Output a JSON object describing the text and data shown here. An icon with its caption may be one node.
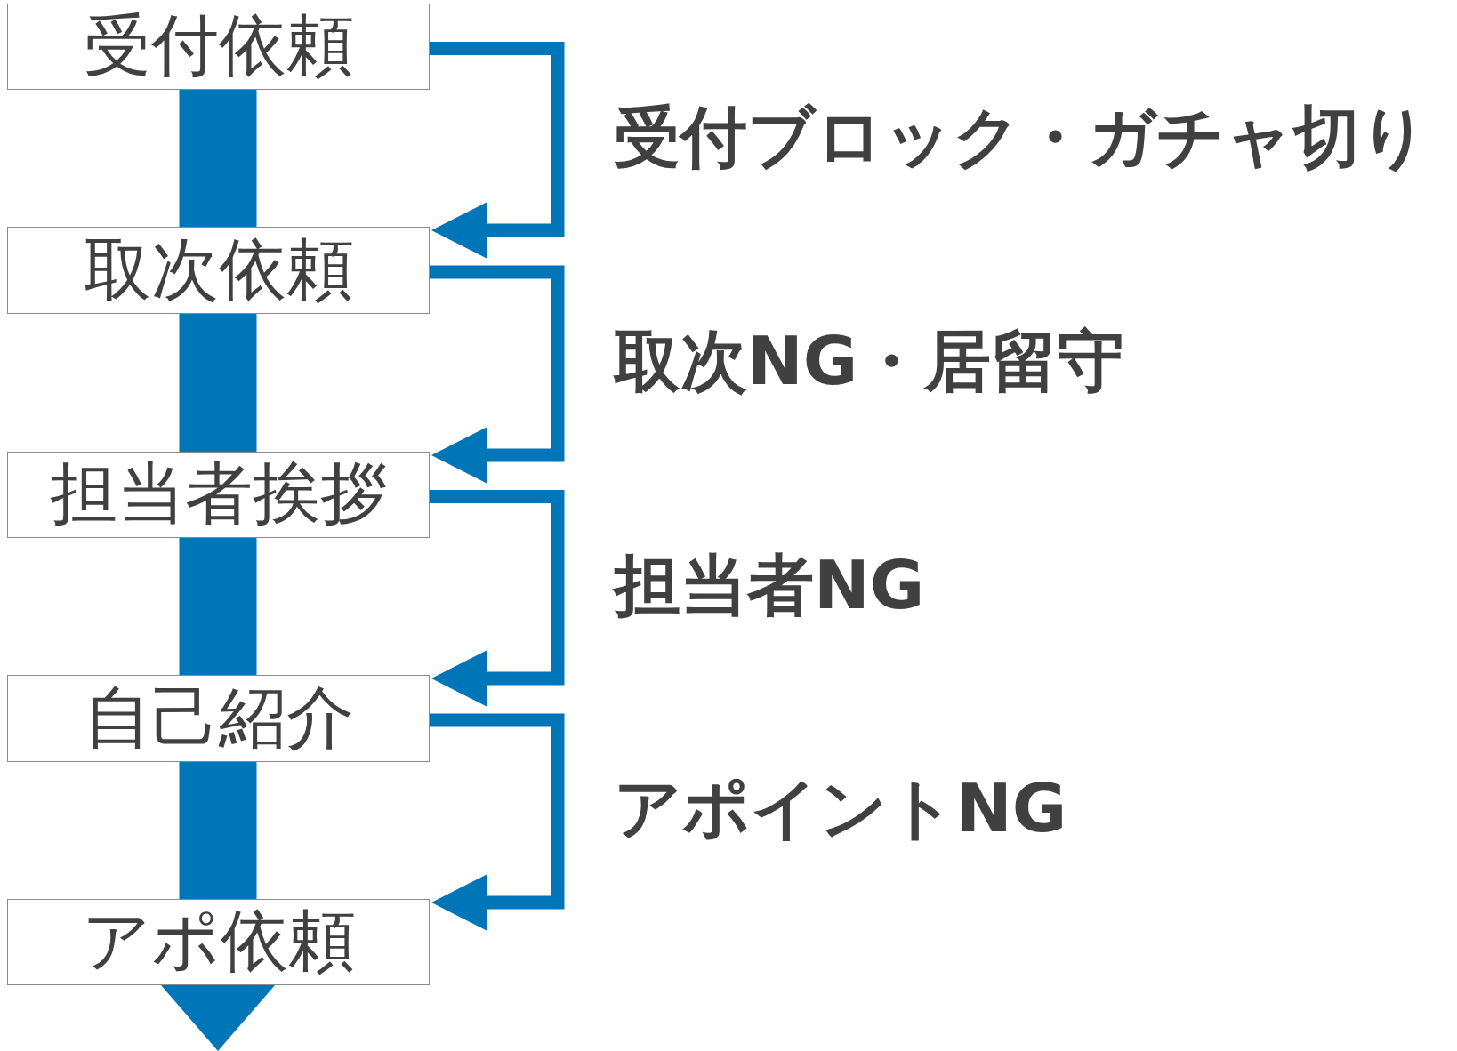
{
  "diagram": {
    "nodes": [
      {
        "text": [
          "受付依頼"
        ]
      },
      {
        "text": [
          "取次依頼"
        ]
      },
      {
        "text": [
          "担当者挨拶"
        ]
      },
      {
        "text": [
          "自己紹介"
        ]
      },
      {
        "text": [
          "アポ依頼"
        ]
      }
    ],
    "edges": [
      {
        "from": 0,
        "to": 1,
        "arrow": "none",
        "style": "thick"
      },
      {
        "from": 1,
        "to": 2,
        "arrow": "none",
        "style": "thick"
      },
      {
        "from": 2,
        "to": 3,
        "arrow": "none",
        "style": "thick"
      },
      {
        "from": 3,
        "to": 4,
        "arrow": "none",
        "style": "thick"
      },
      {
        "from": 4,
        "to": null,
        "arrow": "to",
        "style": "thick"
      },
      {
        "from": 0,
        "to": 1,
        "arrow": "to",
        "label": "受付ブロック・ガチャ切り"
      },
      {
        "from": 1,
        "to": 2,
        "arrow": "to",
        "label": "取次NG・居留守"
      },
      {
        "from": 2,
        "to": 3,
        "arrow": "to",
        "label": "担当者NG"
      },
      {
        "from": 3,
        "to": 4,
        "arrow": "to",
        "label": "アポイントNG"
      }
    ]
  }
}
